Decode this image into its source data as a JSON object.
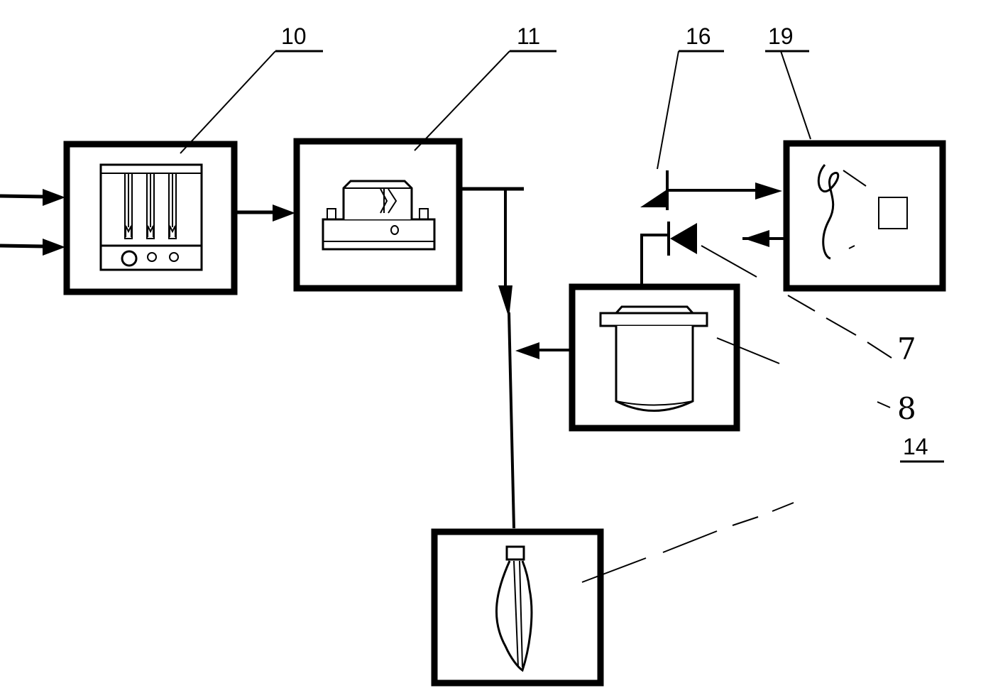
{
  "labels": {
    "ref_10": "10",
    "ref_11": "11",
    "ref_16": "16",
    "ref_19": "19",
    "ref_7": "7",
    "ref_8": "8",
    "ref_14": "14"
  },
  "colors": {
    "ink": "#000000",
    "paper": "#ffffff"
  },
  "icons": {
    "block_10": "gas-mixer-panel-icon",
    "block_11": "vaporizer-unit-icon",
    "block_19": "control-unit-icon",
    "block_reservoir": "reservoir-container-icon",
    "block_14": "balloon-bag-icon"
  }
}
